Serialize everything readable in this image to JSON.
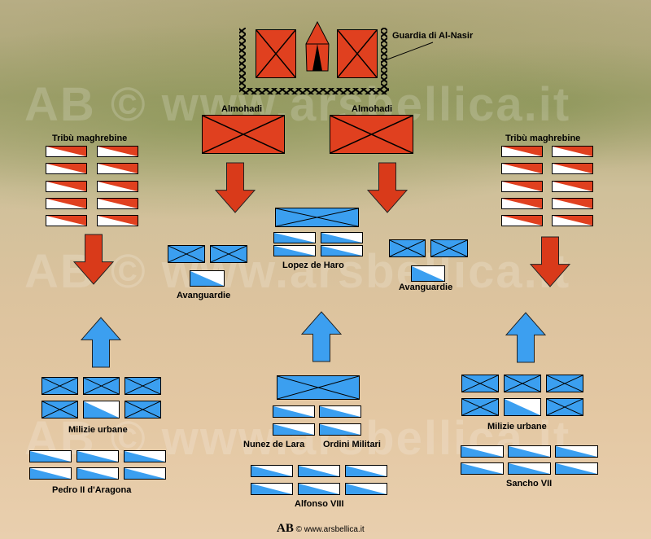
{
  "colors": {
    "moor_red": "#e0401f",
    "christian_blue": "#3b9ff0",
    "white": "#ffffff",
    "arrow_red": "#d93a1a",
    "arrow_blue": "#3c9ff0"
  },
  "labels": {
    "guardia": "Guardia di Al-Nasir",
    "almohadi_left": "Almohadi",
    "almohadi_right": "Almohadi",
    "tribu_left": "Tribù maghrebine",
    "tribu_right": "Tribù maghrebine",
    "lopez": "Lopez de Haro",
    "avanguardie_left": "Avanguardie",
    "avanguardie_right": "Avanguardie",
    "milizie_left": "Milizie urbane",
    "milizie_right": "Milizie urbane",
    "pedro": "Pedro II d'Aragona",
    "nunez": "Nunez de Lara",
    "ordini": "Ordini Militari",
    "alfonso": "Alfonso VIII",
    "sancho": "Sancho VII"
  },
  "watermark": {
    "text": "www.arsbellica.it",
    "logo": "AB"
  },
  "footer": {
    "logo": "AB",
    "copyright": "©",
    "url": "www.arsbellica.it"
  },
  "icons": {
    "tent": "tent-icon",
    "palisade": "chain-palisade-icon",
    "logo": "arsbellica-logo-icon"
  }
}
